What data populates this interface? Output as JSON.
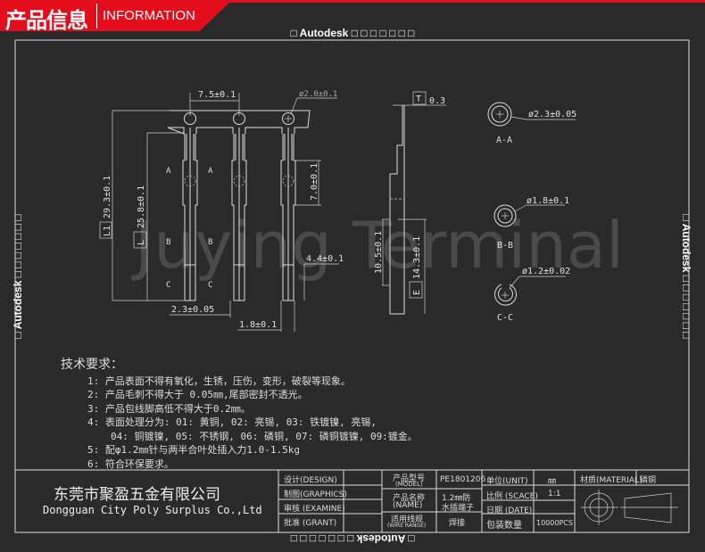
{
  "header": {
    "title_cn": "产品信息",
    "title_en": "INFORMATION"
  },
  "font_warning": {
    "top": "□ Autodesk □ □ □ □ □ □ □",
    "side": "□ Autodesk □ □ □ □ □ □ □",
    "bottom": "□ Autodesk □ □ □ □ □ □ □"
  },
  "watermark": "Juying Terminal",
  "drawing": {
    "dims": {
      "pitch": "7.5±0.1",
      "hole": "ø2.0±0.1",
      "L1_label": "L1",
      "L1": "29.3±0.1",
      "L_label": "L",
      "L": "25.8±0.1",
      "block": "7.0±0.1",
      "slot": "4.4±0.1",
      "width": "2.3±0.05",
      "pin": "1.8±0.1",
      "T_label": "T",
      "T": "0.3",
      "d1": "10.5±0.1",
      "E_label": "E",
      "E": "14.3±0.1",
      "aa": "ø2.3±0.05",
      "bb": "ø1.8±0.1",
      "cc": "ø1.2±0.02"
    },
    "section_marks": {
      "a": "A",
      "b": "B",
      "c": "C"
    },
    "sections": {
      "aa": "A-A",
      "bb": "B-B",
      "cc": "C-C"
    }
  },
  "notes": {
    "title": "技术要求：",
    "items": [
      "1: 产品表面不得有氧化，生锈，压伤，变形，破裂等现象。",
      "2: 产品毛刺不得大于 0.05㎜,尾部密封不透光。",
      "3: 产品包线脚高低不得大于0.2㎜。",
      "4: 表面处理分为: 01: 黄铜, 02: 亮锡, 03: 铁镀镍, 亮锡,",
      "04: 铜镀镍, 05: 不锈钢, 06: 磷铜, 07: 磷铜镀镍, 09:镀金。",
      "5: 配φ1.2㎜针与两半合叶处插入力1.0-1.5kg",
      "6: 符合环保要求。"
    ]
  },
  "title_block": {
    "company_cn": "东莞市聚盈五金有限公司",
    "company_en": "Dongguan City Poly Surplus Co.,Ltd",
    "design": "设计(DESIGN)",
    "graphics": "制图(GRAPHICS)",
    "examine": "审核 (EXAMINE)",
    "grant": "批准 (GRANT)",
    "model_label": "产品型号",
    "model_label_en": "(MODEL)",
    "model": "PE1801206",
    "name_label": "产品名称",
    "name_label_en": "(NAME)",
    "name_1": "1.2㎜防",
    "name_2": "水插端子",
    "wire_label": "适用线规",
    "wire_label_en": "(WIRE RANGE)",
    "wire": "焊接",
    "unit_label": "单位(UNIT)",
    "unit": "㎜",
    "scale_label": "比例 (SCACE)",
    "scale": "1:1",
    "date_label": "日期 (DATE)",
    "pack_label": "包装数量",
    "pack": "10000PCS",
    "material_label": "材质(MATERIAL)",
    "material": "磷铜"
  }
}
